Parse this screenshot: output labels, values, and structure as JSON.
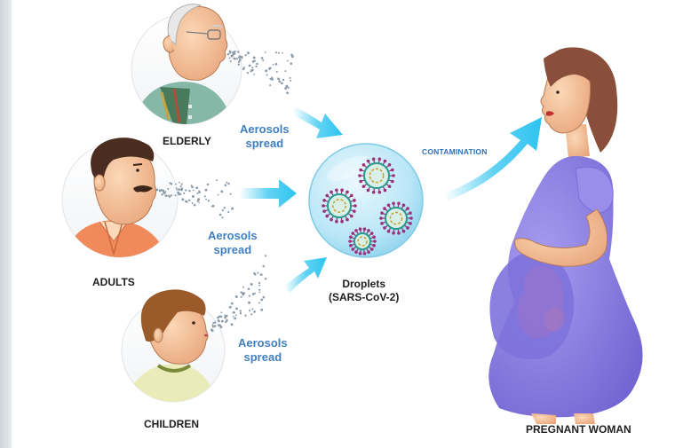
{
  "groups": {
    "elderly": "ELDERLY",
    "adults": "ADULTS",
    "children": "CHILDREN",
    "pregnant": "PREGNANT WOMAN"
  },
  "aerosols": {
    "line1": "Aerosols",
    "line2": "spread"
  },
  "droplets": {
    "line1": "Droplets",
    "line2": "(SARS-CoV-2)"
  },
  "contamination": "CONTAMINATION",
  "colors": {
    "arrow": "#2ec4f0",
    "aerosol_text": "#3f7fbf",
    "droplet_sphere": "#b9e6f7",
    "virus_ring": "#2a9a8c",
    "virus_spike": "#9a2f7a",
    "dress": "#8a7fe0"
  }
}
